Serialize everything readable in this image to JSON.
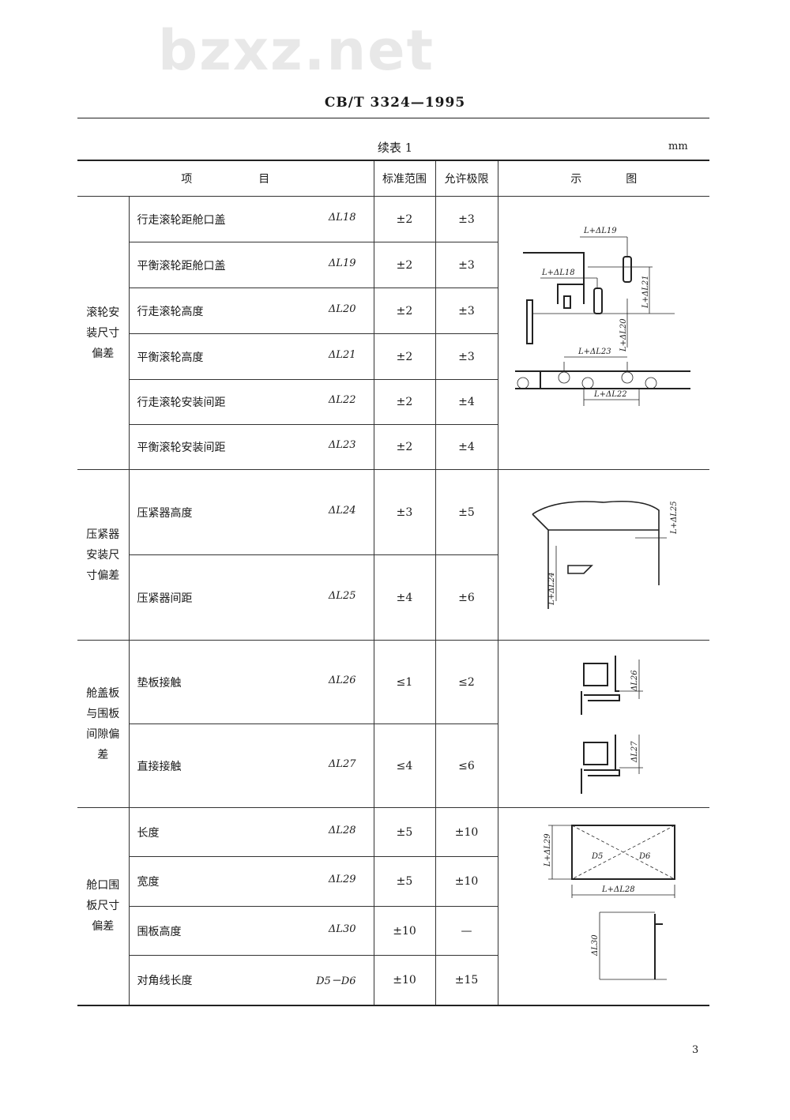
{
  "header": {
    "standard_code": "CB/T 3324—1995",
    "watermark": "bzxz.net",
    "caption": "续表 1",
    "unit": "mm"
  },
  "table": {
    "columns": [
      "项　　　　　　目",
      "标准范围",
      "允许极限",
      "示　　　　图"
    ],
    "groups": [
      {
        "label": "滚轮安装尺寸偏差",
        "rows": [
          {
            "item": "行走滚轮距舱口盖",
            "symbol": "ΔL18",
            "standard": "±2",
            "limit": "±3"
          },
          {
            "item": "平衡滚轮距舱口盖",
            "symbol": "ΔL19",
            "standard": "±2",
            "limit": "±3"
          },
          {
            "item": "行走滚轮高度",
            "symbol": "ΔL20",
            "standard": "±2",
            "limit": "±3"
          },
          {
            "item": "平衡滚轮高度",
            "symbol": "ΔL21",
            "standard": "±2",
            "limit": "±3"
          },
          {
            "item": "行走滚轮安装间距",
            "symbol": "ΔL22",
            "standard": "±2",
            "limit": "±4"
          },
          {
            "item": "平衡滚轮安装间距",
            "symbol": "ΔL23",
            "standard": "±2",
            "limit": "±4"
          }
        ],
        "diagram_labels": [
          "L+ΔL19",
          "L+ΔL18",
          "L+ΔL21",
          "L+ΔL20",
          "L+ΔL23",
          "L+ΔL22"
        ]
      },
      {
        "label": "压紧器安装尺寸偏差",
        "rows": [
          {
            "item": "压紧器高度",
            "symbol": "ΔL24",
            "standard": "±3",
            "limit": "±5"
          },
          {
            "item": "压紧器间距",
            "symbol": "ΔL25",
            "standard": "±4",
            "limit": "±6"
          }
        ],
        "diagram_labels": [
          "L+ΔL25",
          "L+ΔL24"
        ]
      },
      {
        "label": "舱盖板与围板间隙偏差",
        "rows": [
          {
            "item": "垫板接触",
            "symbol": "ΔL26",
            "standard": "≤1",
            "limit": "≤2"
          },
          {
            "item": "直接接触",
            "symbol": "ΔL27",
            "standard": "≤4",
            "limit": "≤6"
          }
        ],
        "diagram_labels": [
          "ΔL26",
          "ΔL27"
        ]
      },
      {
        "label": "舱口围板尺寸偏差",
        "rows": [
          {
            "item": "长度",
            "symbol": "ΔL28",
            "standard": "±5",
            "limit": "±10"
          },
          {
            "item": "宽度",
            "symbol": "ΔL29",
            "standard": "±5",
            "limit": "±10"
          },
          {
            "item": "围板高度",
            "symbol": "ΔL30",
            "standard": "±10",
            "limit": "—"
          },
          {
            "item": "对角线长度",
            "symbol": "D5－D6",
            "standard": "±10",
            "limit": "±15"
          }
        ],
        "diagram_labels": [
          "L+ΔL29",
          "D5",
          "D6",
          "L+ΔL28",
          "ΔL30"
        ]
      }
    ]
  },
  "footer": {
    "page_number": "3"
  }
}
